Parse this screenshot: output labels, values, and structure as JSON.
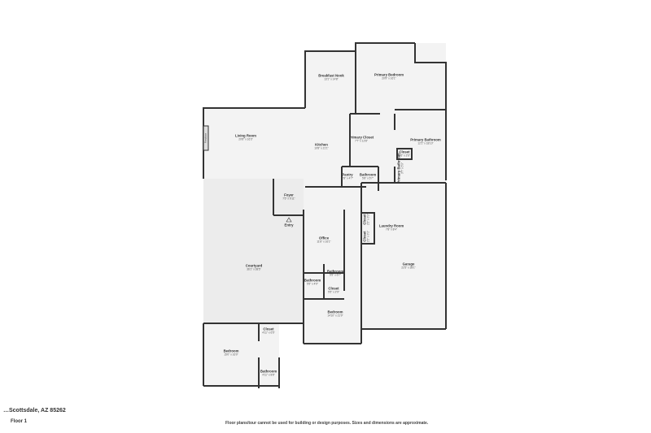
{
  "rooms": [
    {
      "name": "Breakfast Nook",
      "dims": "13'1\" x 14'8\""
    },
    {
      "name": "Primary Bedroom",
      "dims": "20'9\" x 16'1\""
    },
    {
      "name": "Living Room",
      "dims": "20'8\" x 16'3\""
    },
    {
      "name": "Kitchen",
      "dims": "10'8\" x 21'1\""
    },
    {
      "name": "Primary Closet",
      "dims": "7'7\" x 12'8\""
    },
    {
      "name": "Primary Bathroom",
      "dims": "12'1\" x 18'10\""
    },
    {
      "name": "Closet",
      "dims": "3'6\" x 2'6\""
    },
    {
      "name": "Primary Bathroom",
      "dims": "3'7\" x 5'9\""
    },
    {
      "name": "Pantry",
      "dims": "2'8\" x 4'7\""
    },
    {
      "name": "Bathroom",
      "dims": "5'8\" x 5'7\""
    },
    {
      "name": "Foyer",
      "dims": "7'5\" x 9'11\""
    },
    {
      "name": "Entry",
      "dims": ""
    },
    {
      "name": "Office",
      "dims": "11'8\" x 16'1\""
    },
    {
      "name": "Courtyard",
      "dims": "36'1\" x 38'5\""
    },
    {
      "name": "Laundry Room",
      "dims": "7'8\" x 8'4\""
    },
    {
      "name": "Closet",
      "dims": "2'2\" x 3'1\""
    },
    {
      "name": "Closet",
      "dims": "2'2\" x 3'1\""
    },
    {
      "name": "Garage",
      "dims": "22'5\" x 38'1\""
    },
    {
      "name": "Bathroom",
      "dims": "5'5\" x 6'7\""
    },
    {
      "name": "Bathroom",
      "dims": "5'5\" x 4'9\""
    },
    {
      "name": "Closet",
      "dims": "5'5\" x 2'9\""
    },
    {
      "name": "Bedroom",
      "dims": "14'10\" x 21'9\""
    },
    {
      "name": "Closet",
      "dims": "4'11\" x 6'5\""
    },
    {
      "name": "Bedroom",
      "dims": "15'0\" x 16'0\""
    },
    {
      "name": "Bathroom",
      "dims": "4'11\" x 8'8\""
    }
  ],
  "fireplace_label": "Fireplace",
  "footer": {
    "address": "…Scottsdale, AZ 85262",
    "floor": "Floor 1",
    "disclaimer": "Floor plans/tour cannot be used for building or design purposes. Sizes and dimensions are approximate."
  },
  "colors": {
    "wall": "#333333",
    "floor": "#f3f3f3",
    "courtyard": "#ececec",
    "window": "#cccccc"
  }
}
